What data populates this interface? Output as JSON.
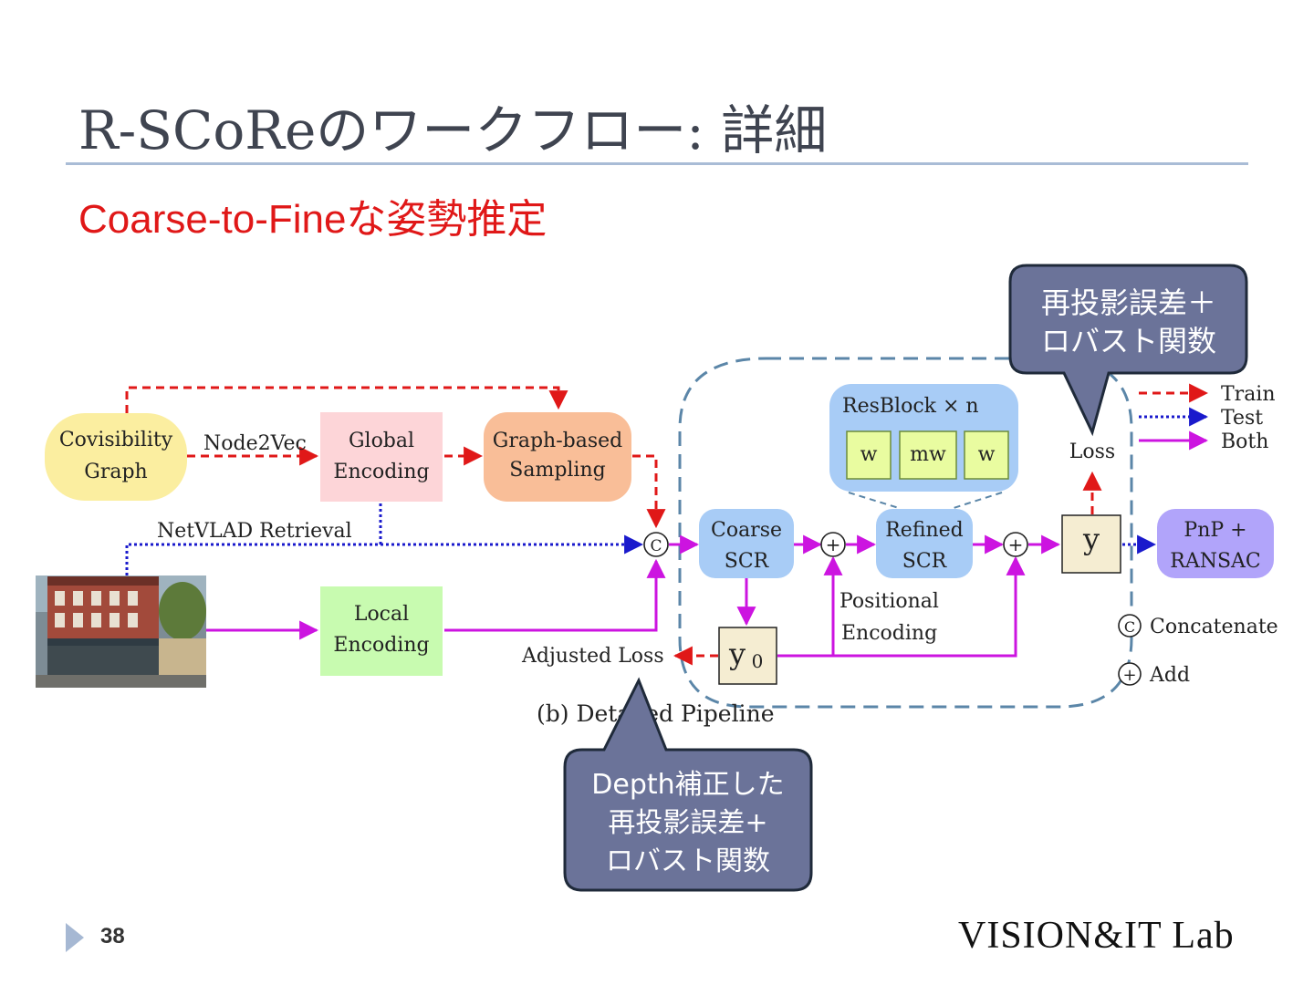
{
  "slide": {
    "title": "R-SCoReのワークフロー: 詳細",
    "subtitle": "Coarse-to-Fineな姿勢推定",
    "page_number": "38",
    "lab_logo": "VISION&IT Lab"
  },
  "diagram": {
    "nodes": {
      "covisibility_line1": "Covisibility",
      "covisibility_line2": "Graph",
      "global_line1": "Global",
      "global_line2": "Encoding",
      "sampling_line1": "Graph-based",
      "sampling_line2": "Sampling",
      "local_line1": "Local",
      "local_line2": "Encoding",
      "coarse_line1": "Coarse",
      "coarse_line2": "SCR",
      "refined_line1": "Refined",
      "refined_line2": "SCR",
      "resblock_title": "ResBlock × n",
      "res_w1": "w",
      "res_mw": "mw",
      "res_w2": "w",
      "y0": "y",
      "y0_sub": "0",
      "y": "y",
      "pnp_line1": "PnP +",
      "pnp_line2": "RANSAC"
    },
    "labels": {
      "node2vec": "Node2Vec",
      "netvlad": "NetVLAD Retrieval",
      "adjusted_loss": "Adjusted Loss",
      "loss": "Loss",
      "positional_line1": "Positional",
      "positional_line2": "Encoding",
      "caption": "(b) Detailed Pipeline",
      "concat_symbol": "C",
      "add_symbol": "+"
    },
    "legend": {
      "train": "Train",
      "test": "Test",
      "both": "Both",
      "concatenate": "Concatenate",
      "add": "Add"
    },
    "colors": {
      "train": "#e01818",
      "test": "#1a1acc",
      "both": "#cc14e0",
      "callout_fill": "#6b7399",
      "dashed_region": "#5b86a8"
    }
  },
  "callouts": {
    "top_line1": "再投影誤差＋",
    "top_line2": "ロバスト関数",
    "bottom_line1": "Depth補正した",
    "bottom_line2": "再投影誤差+",
    "bottom_line3": "ロバスト関数"
  }
}
